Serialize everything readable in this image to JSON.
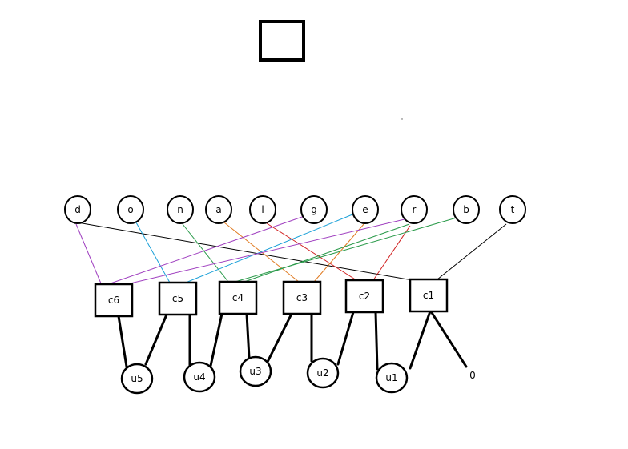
{
  "diagram": {
    "top_nodes": [
      {
        "id": "d",
        "label": "d"
      },
      {
        "id": "o",
        "label": "o"
      },
      {
        "id": "n",
        "label": "n"
      },
      {
        "id": "a",
        "label": "a"
      },
      {
        "id": "l",
        "label": "l"
      },
      {
        "id": "g",
        "label": "g"
      },
      {
        "id": "e",
        "label": "e"
      },
      {
        "id": "r",
        "label": "r"
      },
      {
        "id": "b",
        "label": "b"
      },
      {
        "id": "t",
        "label": "t"
      }
    ],
    "box_nodes": [
      {
        "id": "c6",
        "label": "c6"
      },
      {
        "id": "c5",
        "label": "c5"
      },
      {
        "id": "c4",
        "label": "c4"
      },
      {
        "id": "c3",
        "label": "c3"
      },
      {
        "id": "c2",
        "label": "c2"
      },
      {
        "id": "c1",
        "label": "c1"
      }
    ],
    "bottom_nodes": [
      {
        "id": "u5",
        "label": "u5"
      },
      {
        "id": "u4",
        "label": "u4"
      },
      {
        "id": "u3",
        "label": "u3"
      },
      {
        "id": "u2",
        "label": "u2"
      },
      {
        "id": "u1",
        "label": "u1"
      }
    ],
    "zero_label": "0",
    "colored_edges": [
      {
        "from": "d",
        "to": "c6",
        "color": "#a040c0"
      },
      {
        "from": "d",
        "to": "c1",
        "color": "#000000"
      },
      {
        "from": "o",
        "to": "c5",
        "color": "#1aa0d8"
      },
      {
        "from": "n",
        "to": "c4",
        "color": "#2a9a4a"
      },
      {
        "from": "a",
        "to": "c3",
        "color": "#e07a20"
      },
      {
        "from": "l",
        "to": "c2",
        "color": "#d02020"
      },
      {
        "from": "g",
        "to": "c6",
        "color": "#a040c0"
      },
      {
        "from": "e",
        "to": "c5",
        "color": "#1aa0d8"
      },
      {
        "from": "e",
        "to": "c3",
        "color": "#e07a20"
      },
      {
        "from": "r",
        "to": "c6",
        "color": "#a040c0"
      },
      {
        "from": "r",
        "to": "c4",
        "color": "#2a9a4a"
      },
      {
        "from": "r",
        "to": "c2",
        "color": "#d02020"
      },
      {
        "from": "b",
        "to": "c4",
        "color": "#2a9a4a"
      },
      {
        "from": "t",
        "to": "c1",
        "color": "#000000"
      }
    ],
    "thick_edges": [
      {
        "from": "c6",
        "to": "u5"
      },
      {
        "from": "c5",
        "to": "u5"
      },
      {
        "from": "c5",
        "to": "u4"
      },
      {
        "from": "c4",
        "to": "u4"
      },
      {
        "from": "c4",
        "to": "u3"
      },
      {
        "from": "c3",
        "to": "u3"
      },
      {
        "from": "c3",
        "to": "u2"
      },
      {
        "from": "c2",
        "to": "u2"
      },
      {
        "from": "c2",
        "to": "u1"
      },
      {
        "from": "c1",
        "to": "u1"
      },
      {
        "from": "c1",
        "to": "zero"
      }
    ]
  }
}
